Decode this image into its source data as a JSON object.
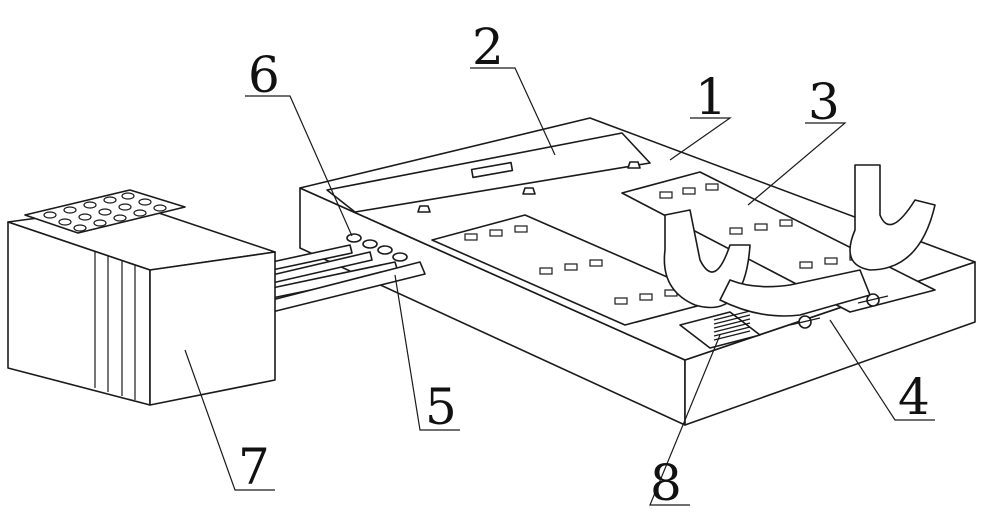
{
  "figure": {
    "labels": {
      "base_platform": "1",
      "top_panel": "2",
      "support_rail": "3",
      "u_bracket": "4",
      "tube": "5",
      "connector": "6",
      "control_box": "7",
      "spring": "8"
    }
  }
}
